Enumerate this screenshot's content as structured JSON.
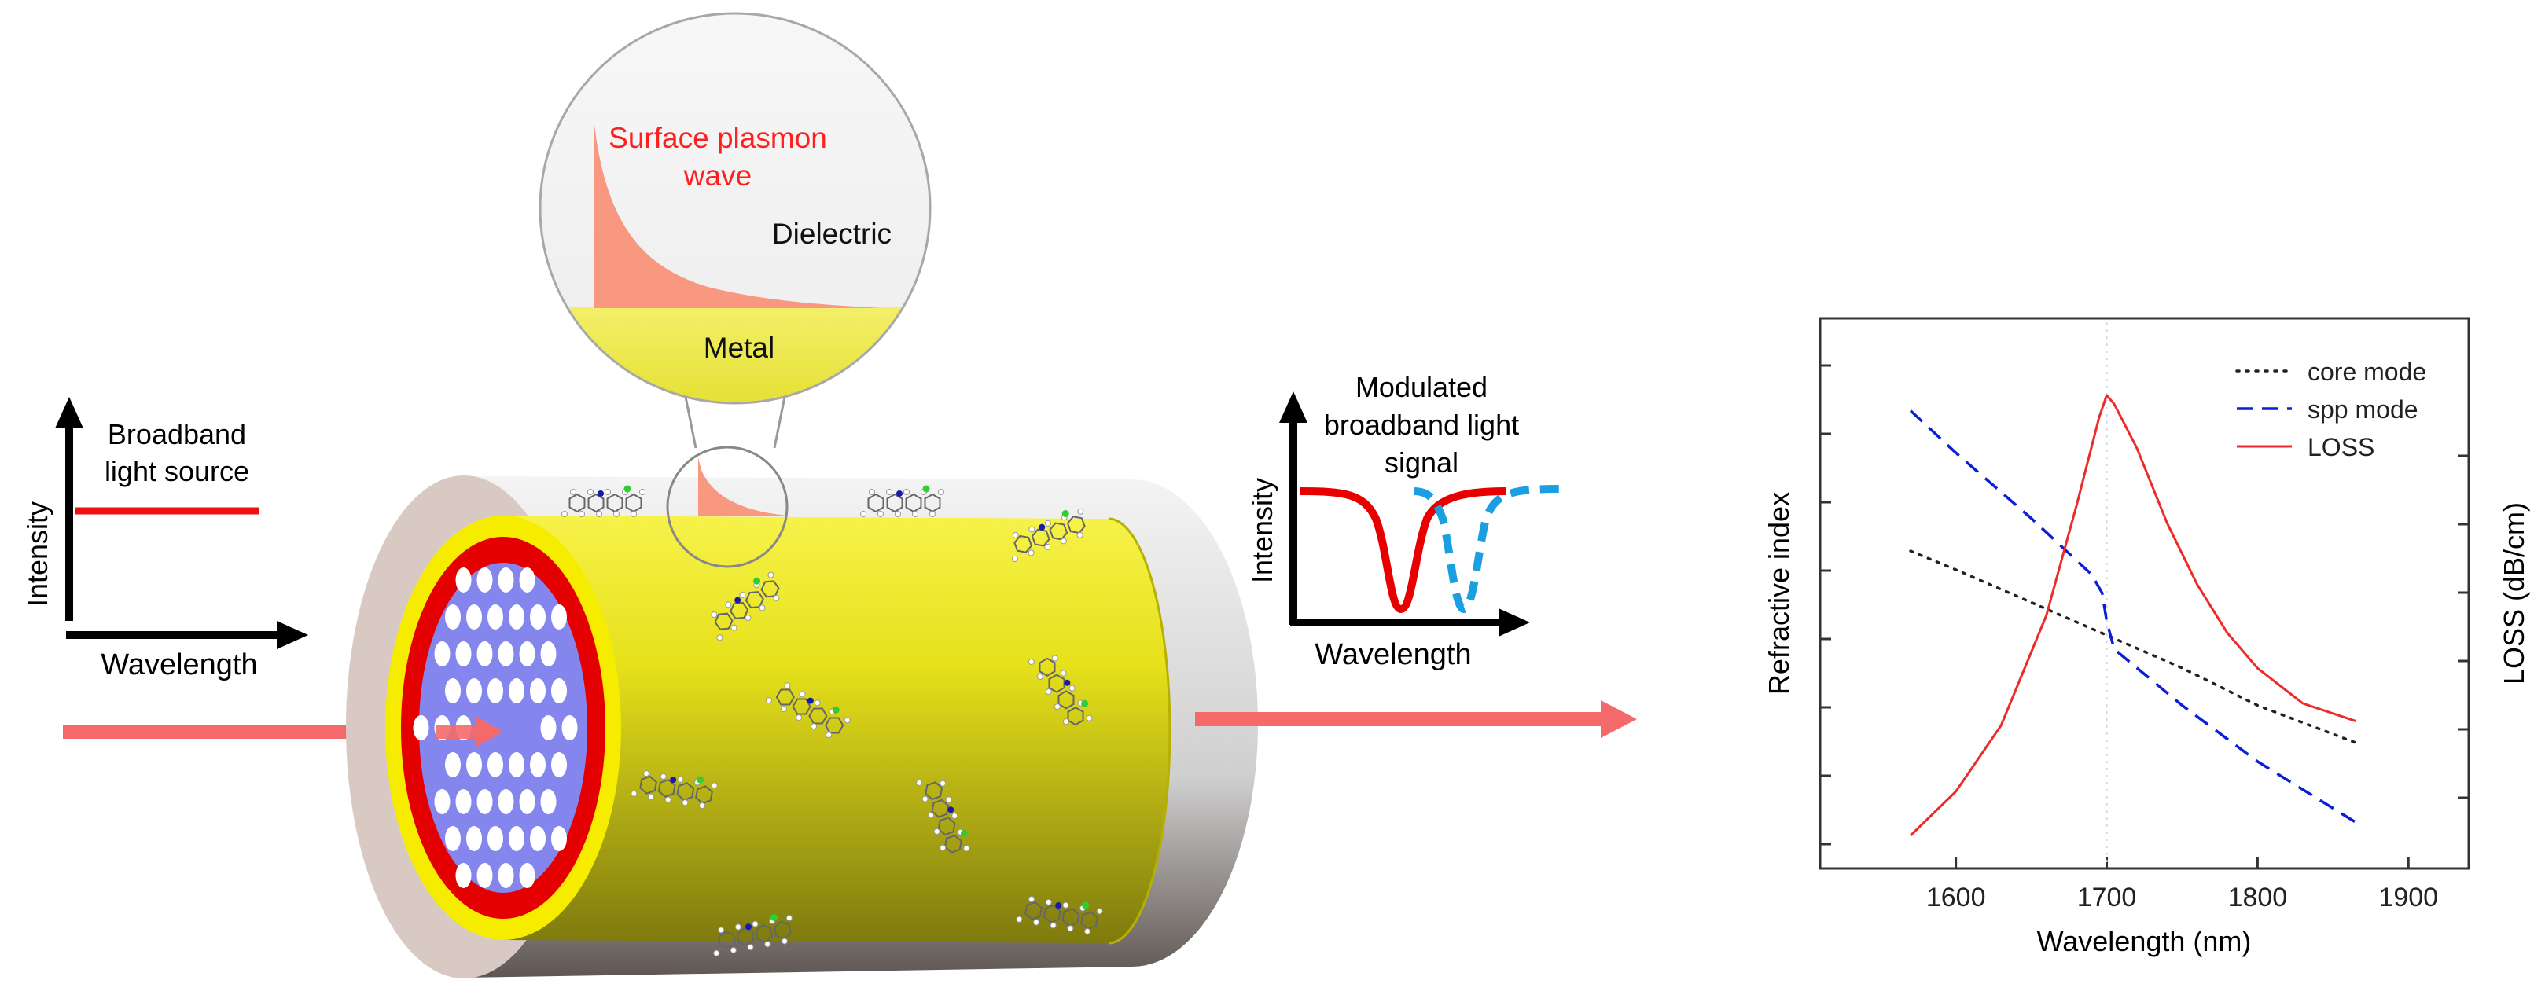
{
  "input_panel": {
    "source_label_line1": "Broadband",
    "source_label_line2": "light source",
    "y_axis_label": "Intensity",
    "x_axis_label": "Wavelength"
  },
  "inset": {
    "wave_label_line1": "Surface plasmon",
    "wave_label_line2": "wave",
    "dielectric_label": "Dielectric",
    "metal_label": "Metal"
  },
  "output_panel": {
    "title_line1": "Modulated",
    "title_line2": "broadband light",
    "title_line3": "signal",
    "y_axis_label": "Intensity",
    "x_axis_label": "Wavelength"
  },
  "colors": {
    "beam": "#f46a6a",
    "cladding_yellow": "#e8e21a",
    "core_blue": "#8585ee",
    "ring_red": "#dd0000",
    "plasmon_fill": "#f99880",
    "metal_yellow": "#ece847"
  },
  "chart_data": {
    "type": "line",
    "xlabel": "Wavelength (nm)",
    "ylabel": "Refractive index",
    "y2label": "LOSS (dB/cm)",
    "xlim": [
      1510,
      1940
    ],
    "xticks": [
      "1600",
      "1700",
      "1800",
      "1900"
    ],
    "x_tick_values": [
      1600,
      1700,
      1800,
      1900
    ],
    "legend_position": "top-right",
    "grid": false,
    "series": [
      {
        "name": "core mode",
        "style": "dotted",
        "color": "#222222",
        "axis": "left",
        "x": [
          1570,
          1600,
          1650,
          1700,
          1750,
          1800,
          1865
        ],
        "y": [
          0.62,
          0.58,
          0.51,
          0.44,
          0.37,
          0.29,
          0.21
        ]
      },
      {
        "name": "spp mode",
        "style": "dashed",
        "color": "#0a1fd6",
        "axis": "left",
        "x": [
          1570,
          1600,
          1650,
          1690,
          1697,
          1700,
          1705,
          1750,
          1800,
          1865
        ],
        "y": [
          0.92,
          0.83,
          0.69,
          0.57,
          0.53,
          0.47,
          0.41,
          0.29,
          0.17,
          0.04
        ]
      },
      {
        "name": "LOSS",
        "style": "solid",
        "color": "#ec2b2b",
        "axis": "right",
        "x": [
          1570,
          1600,
          1630,
          1660,
          1680,
          1695,
          1700,
          1705,
          1720,
          1740,
          1760,
          1780,
          1800,
          1830,
          1865
        ],
        "y": [
          0.0,
          0.1,
          0.25,
          0.5,
          0.75,
          0.95,
          1.0,
          0.98,
          0.88,
          0.71,
          0.57,
          0.46,
          0.38,
          0.3,
          0.26
        ]
      }
    ],
    "dotted_marker_x": 1700
  }
}
